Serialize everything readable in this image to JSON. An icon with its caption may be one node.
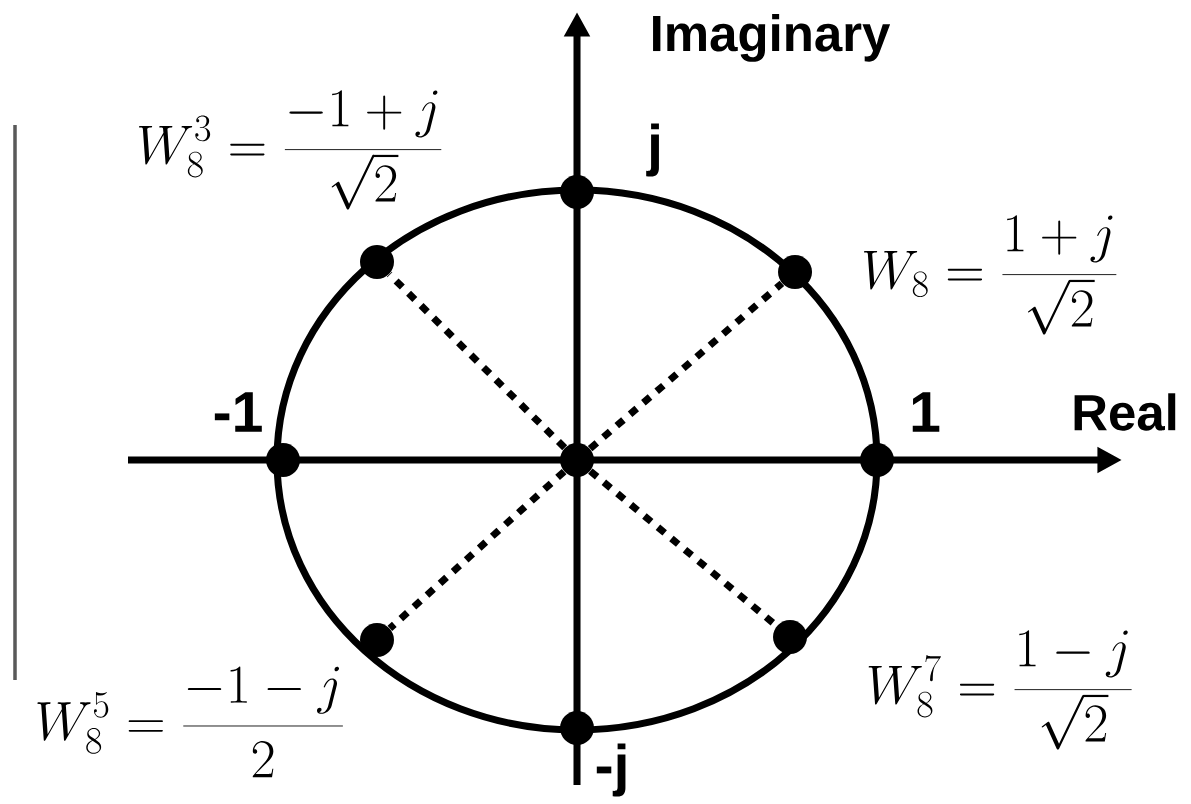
{
  "diagram": {
    "nodes": [
      {
        "text": [],
        "shape": "circle",
        "beside": [
          "j"
        ]
      },
      {
        "text": [],
        "shape": "circle",
        "beside": [
          "W_8^3 = \\frac{-1 + j}{\\sqrt{2}}"
        ]
      },
      {
        "text": [],
        "shape": "circle",
        "beside": [
          "W_8 = \\frac{1 + j}{\\sqrt{2}}"
        ]
      },
      {
        "text": [],
        "shape": "circle",
        "beside": [
          "-1"
        ]
      },
      {
        "text": [],
        "shape": "circle"
      },
      {
        "text": [],
        "shape": "circle",
        "beside": [
          "1"
        ]
      },
      {
        "text": [],
        "shape": "circle",
        "beside": [
          "W_8^5 = \\frac{-1 - j}{2}"
        ]
      },
      {
        "text": [],
        "shape": "circle",
        "beside": [
          "W_8^7 = \\frac{1 - j}{\\sqrt{2}}"
        ]
      },
      {
        "text": [],
        "shape": "circle",
        "beside": [
          "-j"
        ]
      }
    ],
    "edges": [
      {
        "from": 4,
        "to": 1,
        "arrow": "none",
        "style": "dashed"
      },
      {
        "from": 4,
        "to": 2,
        "arrow": "none",
        "style": "dashed"
      },
      {
        "from": 4,
        "to": 6,
        "arrow": "none",
        "style": "dashed"
      },
      {
        "from": 4,
        "to": 7,
        "arrow": "none",
        "style": "dashed"
      }
    ],
    "labels": [
      "Imaginary",
      "Real"
    ]
  }
}
